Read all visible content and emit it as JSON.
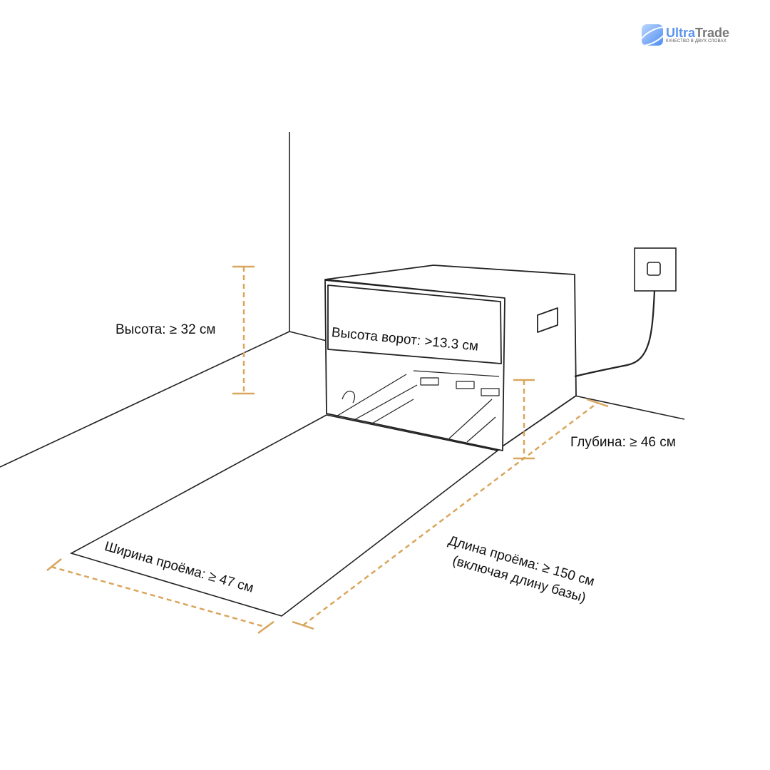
{
  "logo": {
    "name_part1": "Ultra",
    "name_part2": "Trade",
    "tagline": "КАЧЕСТВО В ДВУХ СЛОВАХ"
  },
  "labels": {
    "height": "Высота: ≥ 32 см",
    "gate_height": "Высота ворот: >13.3 см",
    "depth": "Глубина: ≥ 46 см",
    "opening_width": "Ширина проёма: ≥ 47 см",
    "opening_length_1": "Длина проёма: ≥ 150 см",
    "opening_length_2": "(включая длину базы)"
  },
  "colors": {
    "dimension": "#d9a65c",
    "line": "#222222"
  }
}
